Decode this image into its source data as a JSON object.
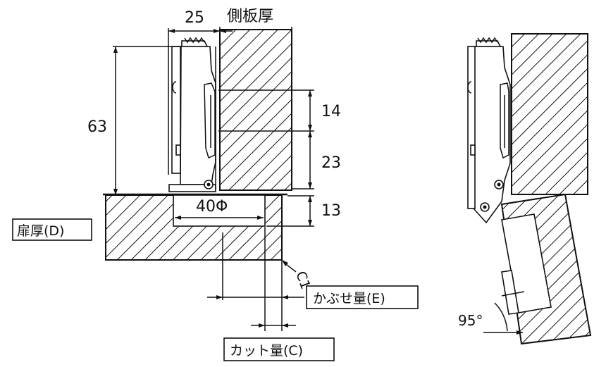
{
  "dimensions": {
    "width_25": "25",
    "side_panel_thickness": "側板厚",
    "height_63": "63",
    "dim_14": "14",
    "dim_23": "23",
    "dim_13": "13",
    "bore_diameter": "40Φ",
    "chamfer": "C1",
    "opening_angle": "95°"
  },
  "labels": {
    "door_thickness": "扉厚(D)",
    "overlay_amount": "かぶせ量(E)",
    "cut_amount": "カット量(C)"
  }
}
